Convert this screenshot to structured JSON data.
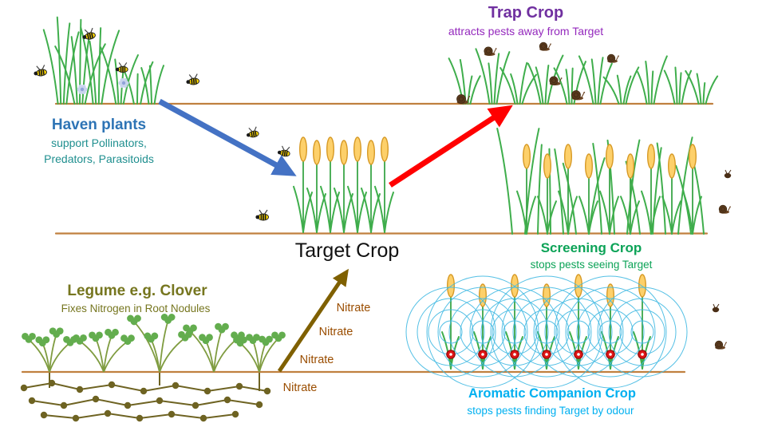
{
  "palette": {
    "soil": "#c0803f",
    "beneficial_arrow": "#4472c4",
    "pest_arrow": "#ff0000",
    "nitrate_arrow": "#7f6000"
  },
  "trap_crop": {
    "title": "Trap Crop",
    "subtitle": "attracts pests away from Target",
    "title_color": "#7030a0",
    "subtitle_color": "#9429bd"
  },
  "haven": {
    "title": "Haven plants",
    "subtitle_line1": "support Pollinators,",
    "subtitle_line2": "Predators, Parasitoids",
    "title_color": "#2e74b5",
    "subtitle_color": "#1f8f8f"
  },
  "target": {
    "title": "Target Crop",
    "title_color": "#111111"
  },
  "screening": {
    "title": "Screening Crop",
    "subtitle": "stops pests seeing Target",
    "color": "#0ca357"
  },
  "legume": {
    "title": "Legume e.g. Clover",
    "subtitle": "Fixes Nitrogen in Root Nodules",
    "color": "#76761f"
  },
  "nitrate": {
    "label": "Nitrate",
    "color": "#9a4d00"
  },
  "aromatic": {
    "title": "Aromatic Companion Crop",
    "subtitle": "stops pests finding Target by odour",
    "color": "#00b0f0"
  }
}
